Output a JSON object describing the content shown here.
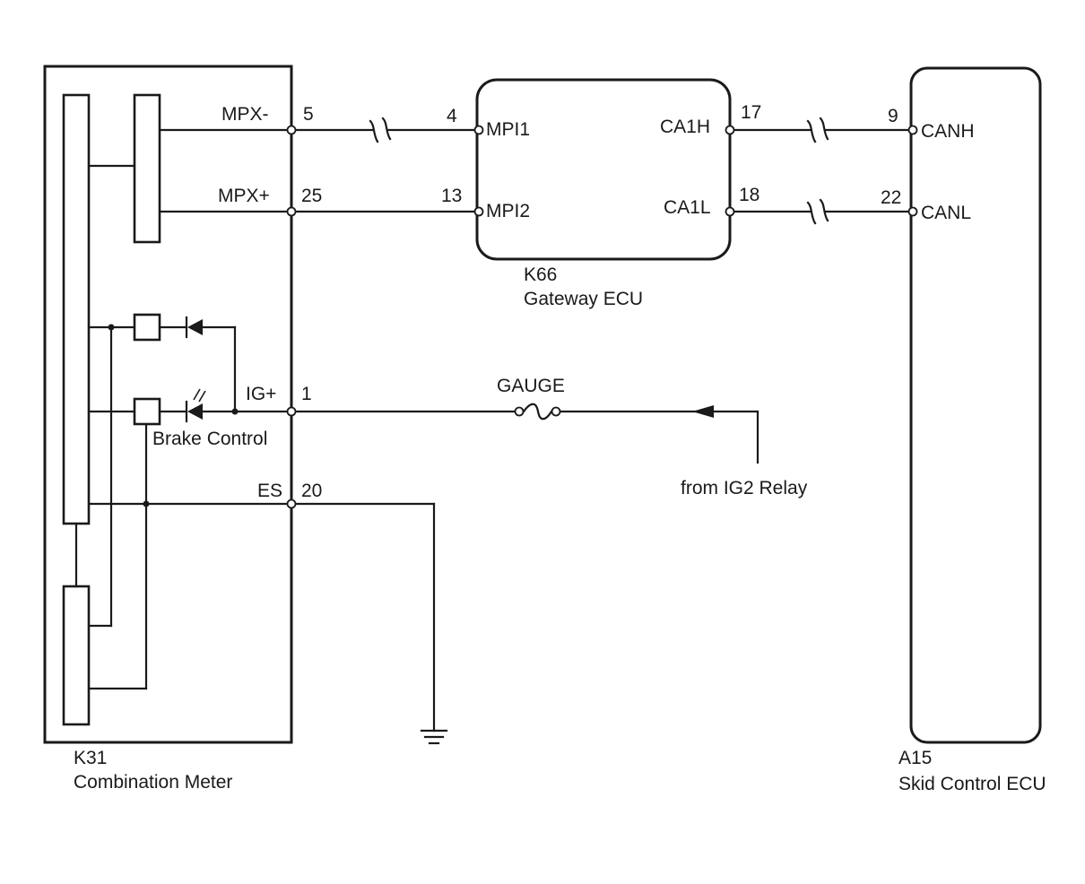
{
  "components": {
    "combination_meter": {
      "code": "K31",
      "name": "Combination Meter"
    },
    "gateway_ecu": {
      "code": "K66",
      "name": "Gateway ECU"
    },
    "skid_control_ecu": {
      "code": "A15",
      "name": "Skid Control ECU"
    }
  },
  "meter_terminals": {
    "mpx_minus": {
      "name": "MPX-",
      "pin": "5"
    },
    "mpx_plus": {
      "name": "MPX+",
      "pin": "25"
    },
    "ig_plus": {
      "name": "IG+",
      "pin": "1"
    },
    "es": {
      "name": "ES",
      "pin": "20"
    }
  },
  "meter_internal": {
    "brake_control_label": "Brake Control"
  },
  "gateway_terminals": {
    "mpi1": {
      "name": "MPI1",
      "pin": "4"
    },
    "mpi2": {
      "name": "MPI2",
      "pin": "13"
    },
    "ca1h": {
      "name": "CA1H",
      "pin": "17"
    },
    "ca1l": {
      "name": "CA1L",
      "pin": "18"
    }
  },
  "skid_terminals": {
    "canh": {
      "name": "CANH",
      "pin": "9"
    },
    "canl": {
      "name": "CANL",
      "pin": "22"
    }
  },
  "power": {
    "fuse": "GAUGE",
    "source": "from IG2 Relay"
  }
}
